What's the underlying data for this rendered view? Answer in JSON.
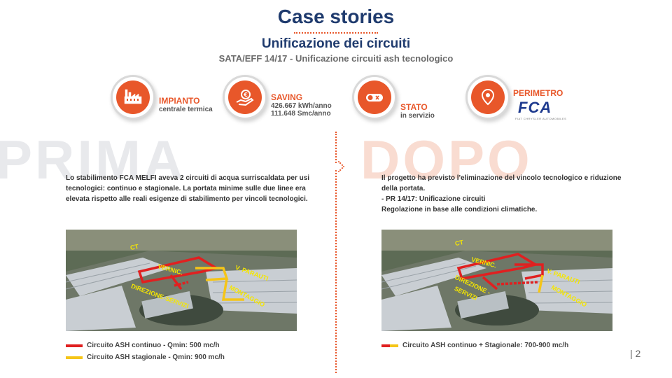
{
  "header": {
    "title": "Case stories",
    "subtitle": "Unificazione dei circuiti",
    "project": "SATA/EFF 14/17 - Unificazione circuiti ash tecnologico"
  },
  "kpis": [
    {
      "icon": "factory-icon",
      "title": "IMPIANTO",
      "lines": [
        "centrale termica"
      ]
    },
    {
      "icon": "money-hand-icon",
      "title": "SAVING",
      "lines": [
        "426.667 kWh/anno",
        "111.648 Smc/anno"
      ]
    },
    {
      "icon": "toggle-icon",
      "title": "STATO",
      "lines": [
        "in servizio"
      ]
    },
    {
      "icon": "location-pin-icon",
      "title": "PERIMETRO",
      "logo_text": "FCA",
      "logo_sub": "FIAT CHRYSLER AUTOMOBILES"
    }
  ],
  "prima": {
    "watermark": "PRIMA",
    "text": [
      "Lo stabilimento FCA MELFI aveva 2 circuiti di acqua surriscaldata per usi",
      "tecnologici: continuo e stagionale. La portata minime sulle due linee era",
      "elevata rispetto alle reali esigenze di stabilimento per vincoli tecnologici."
    ],
    "map_labels": {
      "ct": "CT",
      "vernic": "VERNIC.",
      "parauti": "V. PARAUTI",
      "direzione": "DIREZIONE-SERVIZI",
      "montaggio": "MONTAGGIO"
    },
    "legend": [
      {
        "label": "Circuito ASH continuo - Qmin: 500 mc/h",
        "color": "#e02020"
      },
      {
        "label": "Circuito ASH stagionale - Qmin: 900 mc/h",
        "color": "#f5c518"
      }
    ]
  },
  "dopo": {
    "watermark": "DOPO",
    "text": [
      "Il progetto ha previsto l'eliminazione del vincolo tecnologico e riduzione",
      "della portata.",
      "- PR 14/17: Unificazione circuiti",
      "Regolazione in base alle condizioni climatiche."
    ],
    "map_labels": {
      "ct": "CT",
      "vernic": "VERNIC.",
      "parauti": "V. PARAUTI",
      "direzione": "DIREZIONE -",
      "servizi": "SERVIZI",
      "montaggio": "MONTAGGIO"
    },
    "legend": [
      {
        "label": "Circuito ASH continuo + Stagionale: 700-900 mc/h",
        "colors": [
          "#e02020",
          "#f5c518"
        ]
      }
    ]
  },
  "page": "| 2",
  "colors": {
    "accent": "#e8572a",
    "navy": "#1f3b6e",
    "red": "#e02020",
    "yellow": "#f5c518"
  }
}
